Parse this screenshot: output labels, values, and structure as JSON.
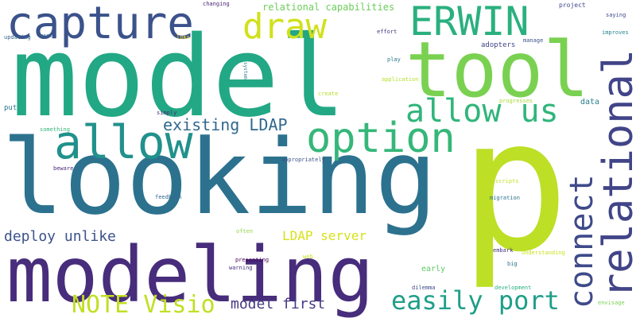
{
  "words": [
    {
      "text": "model",
      "color": "#22a884"
    },
    {
      "text": "looking",
      "color": "#2c728e"
    },
    {
      "text": "p",
      "color": "#bddf26"
    },
    {
      "text": "modeling",
      "color": "#472d7b"
    },
    {
      "text": "tool",
      "color": "#7ad151"
    },
    {
      "text": "capture",
      "color": "#3b528b"
    },
    {
      "text": "relational",
      "color": "#414487"
    },
    {
      "text": "allow",
      "color": "#21918c"
    },
    {
      "text": "option",
      "color": "#35b779"
    },
    {
      "text": "ERWIN",
      "color": "#2ab07f"
    },
    {
      "text": "allow us",
      "color": "#31b57b"
    },
    {
      "text": "draw",
      "color": "#d0e11c"
    },
    {
      "text": "connect",
      "color": "#3e4a89"
    },
    {
      "text": "easily port",
      "color": "#1f9e89"
    },
    {
      "text": "NOTE Visio",
      "color": "#c2df23"
    },
    {
      "text": "existing LDAP",
      "color": "#31688e"
    },
    {
      "text": "deploy unlike",
      "color": "#3b528b"
    },
    {
      "text": "model first",
      "color": "#443983"
    },
    {
      "text": "LDAP server",
      "color": "#d8e219"
    },
    {
      "text": "relational capabilities",
      "color": "#6ccd5a"
    },
    {
      "text": "data",
      "color": "#277f8e"
    },
    {
      "text": "early",
      "color": "#5ec962"
    },
    {
      "text": "put",
      "color": "#2a788e"
    },
    {
      "text": "changing",
      "color": "#482475"
    },
    {
      "text": "project",
      "color": "#404688"
    },
    {
      "text": "saying",
      "color": "#3e4a89"
    },
    {
      "text": "improves",
      "color": "#25848e"
    },
    {
      "text": "updating",
      "color": "#33638d"
    },
    {
      "text": "user",
      "color": "#33638d"
    },
    {
      "text": "loks",
      "color": "#fde725"
    },
    {
      "text": "effort",
      "color": "#46337e"
    },
    {
      "text": "manage",
      "color": "#3b528b"
    },
    {
      "text": "adopters",
      "color": "#414487"
    },
    {
      "text": "play",
      "color": "#2a788e"
    },
    {
      "text": "system",
      "color": "#2a788e"
    },
    {
      "text": "application",
      "color": "#b5de2b"
    },
    {
      "text": "create",
      "color": "#b5de2b"
    },
    {
      "text": "progresses",
      "color": "#a5db36"
    },
    {
      "text": "simply",
      "color": "#482878"
    },
    {
      "text": "something",
      "color": "#35b779"
    },
    {
      "text": "beware",
      "color": "#482878"
    },
    {
      "text": "appropriately",
      "color": "#3b528b"
    },
    {
      "text": "scripts",
      "color": "#c2df23"
    },
    {
      "text": "feedback",
      "color": "#31688e"
    },
    {
      "text": "migration",
      "color": "#2c728e"
    },
    {
      "text": "often",
      "color": "#93d741"
    },
    {
      "text": "presenting",
      "color": "#440154"
    },
    {
      "text": "warning",
      "color": "#472d7b"
    },
    {
      "text": "web",
      "color": "#cae11f"
    },
    {
      "text": "embark",
      "color": "#46337e"
    },
    {
      "text": "understanding",
      "color": "#cae11f"
    },
    {
      "text": "big",
      "color": "#2c728e"
    },
    {
      "text": "dilemma",
      "color": "#3e4a89"
    },
    {
      "text": "development",
      "color": "#2ab07f"
    },
    {
      "text": "envisage",
      "color": "#7ad151"
    }
  ]
}
